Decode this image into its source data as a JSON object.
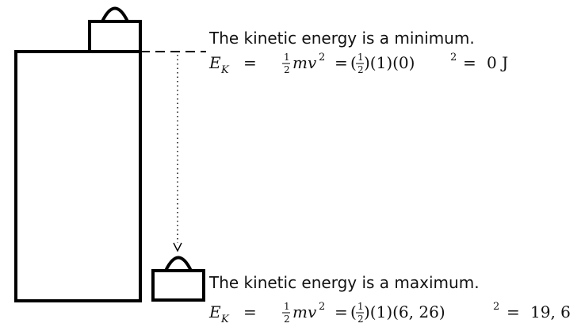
{
  "top": {
    "label": "The kinetic energy is a minimum.",
    "formula_symbol": "E",
    "formula_subscript": "K",
    "formula_eq1": "=",
    "formula_frac_num": "1",
    "formula_frac_den": "2",
    "formula_mv": "mv",
    "formula_sup": "2",
    "formula_eq2": "=",
    "formula_subst_open": "(",
    "formula_subst_rest": ")(1)(0)",
    "formula_subst_sup": "2",
    "formula_eq3": "=",
    "formula_result": "0 J"
  },
  "bottom": {
    "label": "The kinetic energy is a maximum.",
    "formula_symbol": "E",
    "formula_subscript": "K",
    "formula_eq1": "=",
    "formula_frac_num": "1",
    "formula_frac_den": "2",
    "formula_mv": "mv",
    "formula_sup": "2",
    "formula_eq2": "=",
    "formula_subst_open": "(",
    "formula_subst_rest": ")(1)(6, 26)",
    "formula_subst_sup": "2",
    "formula_eq3": "=",
    "formula_result": "19, 6"
  }
}
